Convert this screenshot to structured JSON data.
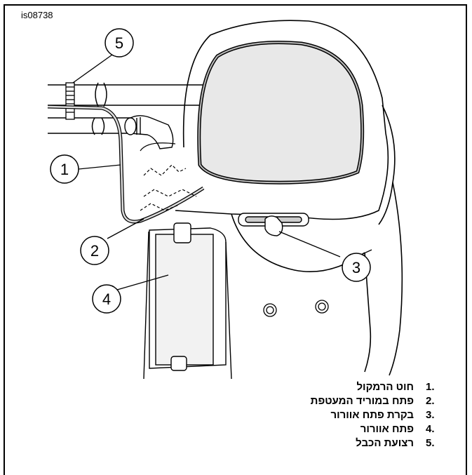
{
  "figure_id": "is08738",
  "callouts": [
    "1",
    "2",
    "3",
    "4",
    "5"
  ],
  "legend": [
    {
      "num": ".1",
      "text": "חוט הרמקול"
    },
    {
      "num": ".2",
      "text": "פתח במוריד המעטפת"
    },
    {
      "num": ".3",
      "text": "בקרת פתח אוורור"
    },
    {
      "num": ".4",
      "text": "פתח אוורור"
    },
    {
      "num": ".5",
      "text": "רצועת הכבל"
    }
  ]
}
